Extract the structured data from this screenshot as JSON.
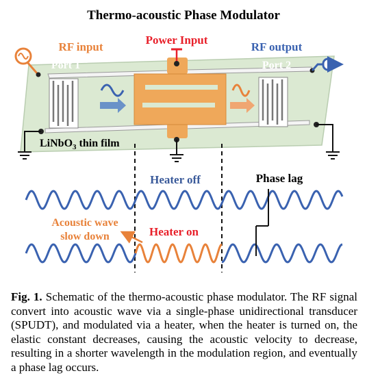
{
  "title": "Thermo-acoustic Phase Modulator",
  "labels": {
    "rf_input": "RF input",
    "power_input": "Power Input",
    "rf_output": "RF output",
    "port1": "Port 1",
    "port2": "Port 2",
    "film_main": "LiNbO",
    "film_sub": "3",
    "film_rest": " thin film",
    "heater_off": "Heater off",
    "heater_on": "Heater on",
    "phase_lag": "Phase lag",
    "acoustic_line1": "Acoustic wave",
    "acoustic_line2": "slow down"
  },
  "caption": {
    "prefix": "Fig. 1.",
    "text": " Schematic of the thermo-acoustic phase modulator. The RF signal convert into acoustic wave via a single-phase unidirectional transducer (SPUDT), and modulated via a heater, when the heater is turned on, the elastic constant decreases, causing the acoustic velocity to decrease, resulting in a shorter wavelength in the modulation region, and eventually a phase lag occurs."
  },
  "colors": {
    "blue": "#3a62b0",
    "orange": "#e8823a",
    "red": "#e8202a",
    "heater": "#efa85a",
    "chip": "#dbe9d2"
  }
}
